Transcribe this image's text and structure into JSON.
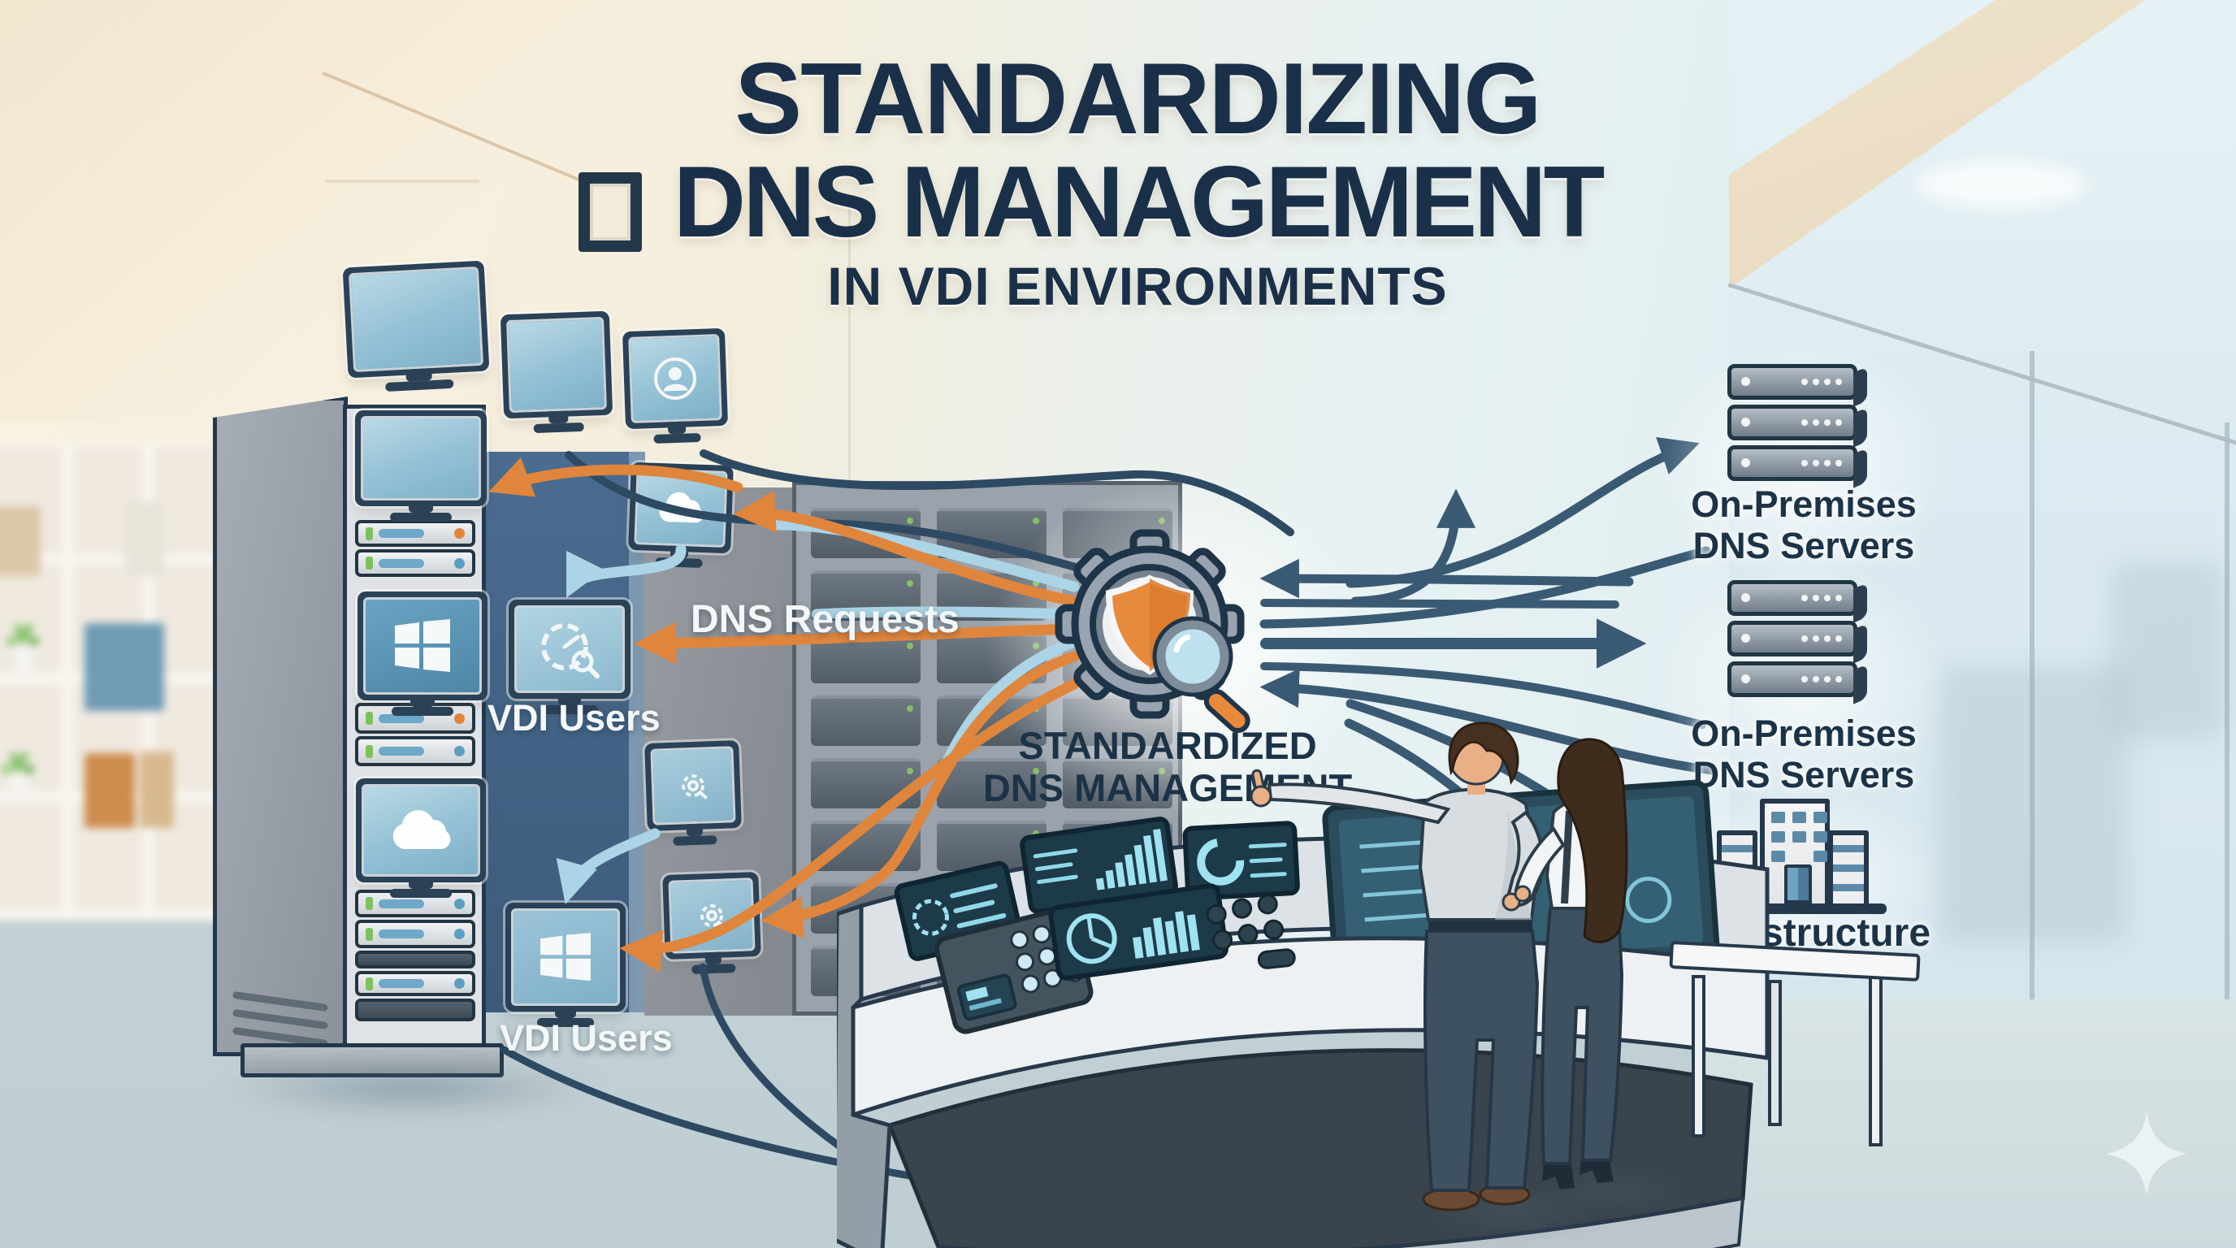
{
  "title": {
    "line1": "STANDARDIZING",
    "line2": "DNS MANAGEMENT",
    "line3": "IN VDI ENVIRONMENTS"
  },
  "flow": {
    "dns_requests_label": "DNS Requests",
    "vdi_users_label_top": "VDI Users",
    "vdi_users_label_bottom": "VDI Users",
    "hub_label_line1": "STANDARDIZED",
    "hub_label_line2": "DNS MANAGEMENT"
  },
  "right_column": {
    "stack_top_label_line1": "On-Premises",
    "stack_top_label_line2": "DNS Servers",
    "stack_mid_label_line1": "On-Premises",
    "stack_mid_label_line2": "DNS Servers",
    "infrastructure_label": "Infrastructure"
  },
  "icons": {
    "hub": "gear-shield-magnifier-icon",
    "monitor_user": "user-avatar-icon",
    "monitor_cloud": "cloud-icon",
    "monitor_windows": "windows-logo-icon",
    "monitor_globe": "globe-search-icon",
    "monitor_gear": "gear-icon",
    "building": "office-building-icon",
    "decor": "sparkle-icon"
  },
  "colors": {
    "navy_text": "#1a3049",
    "accent_orange": "#e0853c",
    "arrow_blue": "#abd5e6",
    "arrow_slate": "#3a5a74",
    "screen_teal": "#1d3a49",
    "screen_content": "#9fe2f2",
    "wall_cream": "#f7efde",
    "floor": "#c9d7da"
  }
}
